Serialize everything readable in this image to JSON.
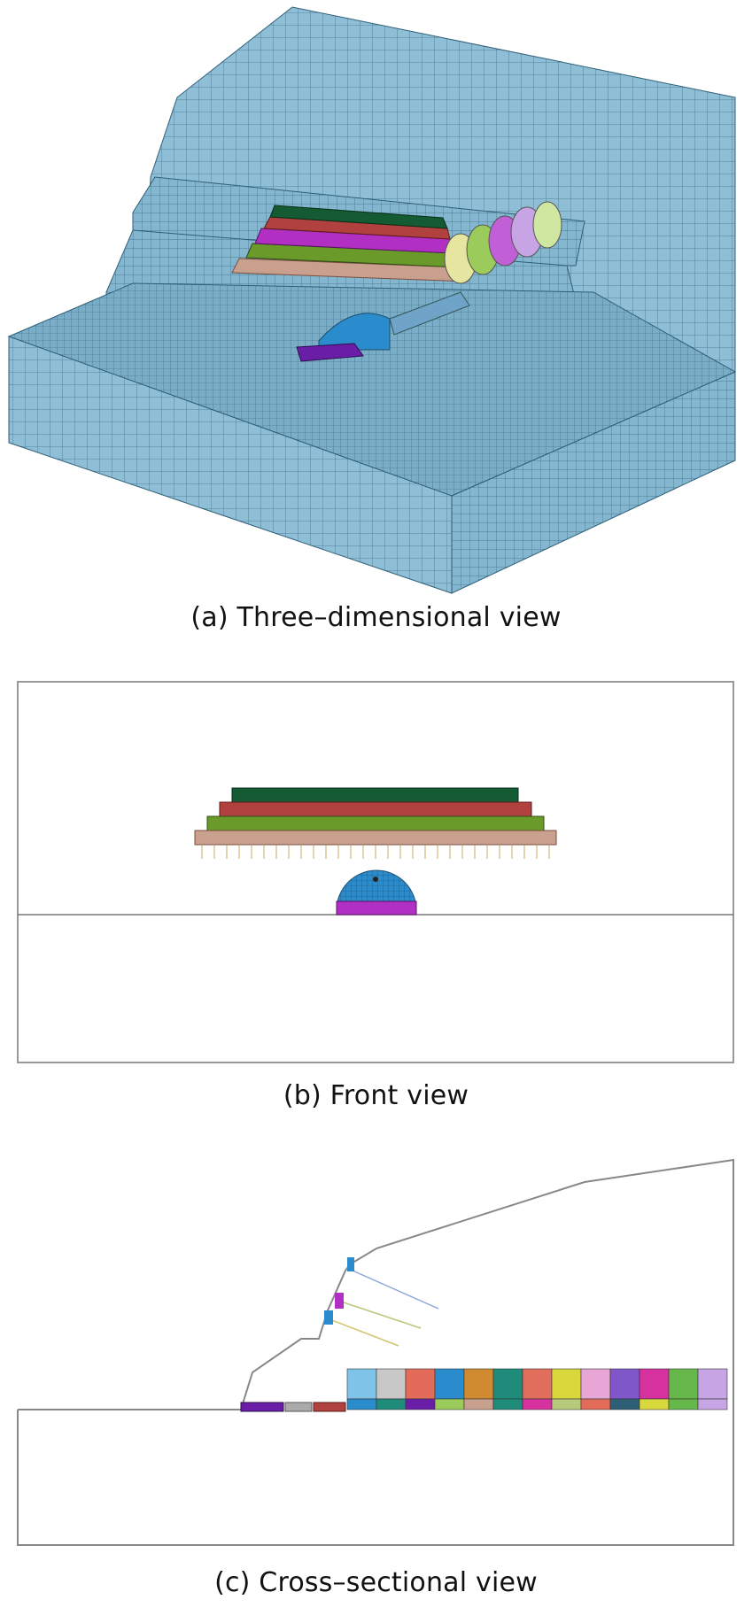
{
  "figure": {
    "captions": {
      "a": "(a) Three–dimensional view",
      "b": "(b) Front view",
      "c": "(c) Cross–sectional view"
    },
    "colors": {
      "soil": "#8fbfd6",
      "mesh": "#2f5f77",
      "layer_dark_green": "#145a32",
      "layer_red": "#b0413e",
      "layer_green": "#6a9a2a",
      "layer_tan": "#c9a08e",
      "tunnel_blue": "#2a8ccc",
      "tunnel_magenta": "#b12fc2",
      "purple": "#6a1ea8"
    }
  }
}
